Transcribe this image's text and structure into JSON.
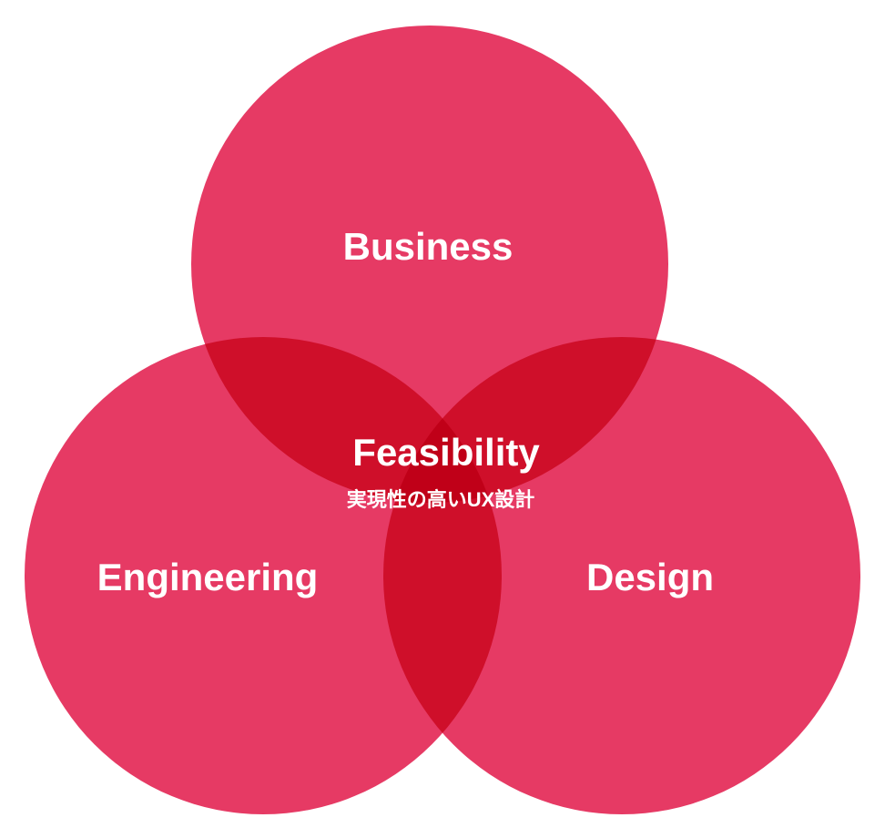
{
  "colors": {
    "base": "#E63A64",
    "pair": "#CF0F2A",
    "center": "#C00018",
    "text": "#FFFFFF"
  },
  "sets": [
    {
      "id": "business",
      "label": "Business"
    },
    {
      "id": "engineering",
      "label": "Engineering"
    },
    {
      "id": "design",
      "label": "Design"
    }
  ],
  "center": {
    "label": "Feasibility",
    "sublabel": "実現性の高いUX設計"
  }
}
